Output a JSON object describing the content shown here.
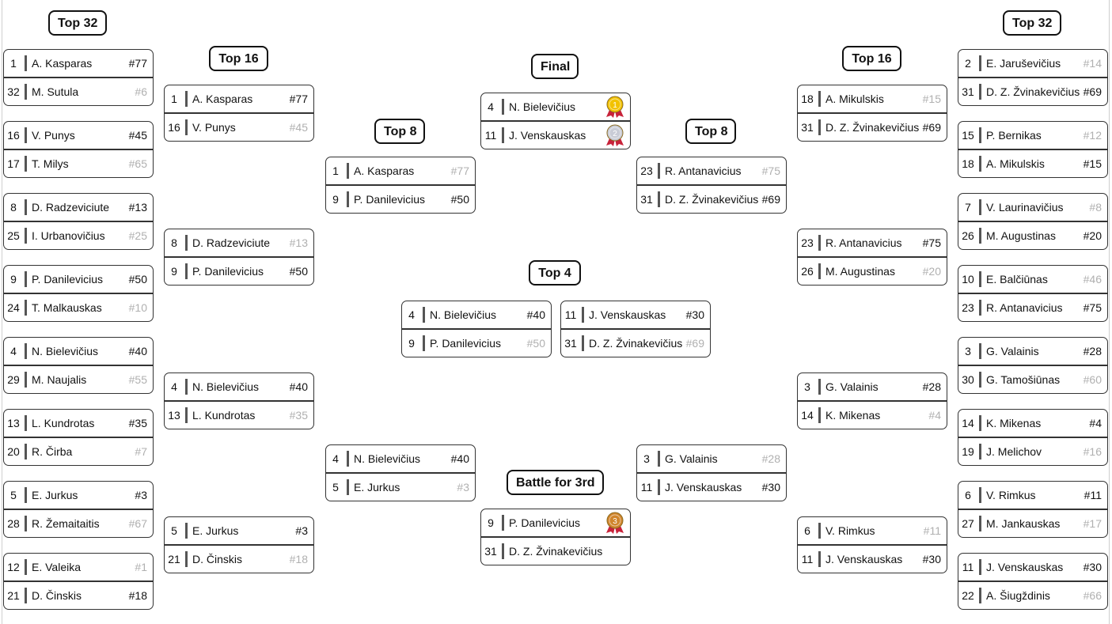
{
  "rounds": {
    "l32": "Top 32",
    "l16": "Top 16",
    "l8": "Top 8",
    "final": "Final",
    "l4": "Top 4",
    "r8": "Top 8",
    "r16": "Top 16",
    "r32": "Top 32",
    "third": "Battle for 3rd"
  },
  "colors": {
    "border": "#333333",
    "dim_rank": "#b0b0b0",
    "gold": "#f2c200",
    "silver": "#c9ccd6",
    "bronze": "#d0852c",
    "ribbon": "#c8233a"
  },
  "matches": {
    "l32_1": [
      {
        "seed": "1",
        "name": "A. Kasparas",
        "rank": "#77",
        "dim": false
      },
      {
        "seed": "32",
        "name": "M. Sutula",
        "rank": "#6",
        "dim": true
      }
    ],
    "l32_2": [
      {
        "seed": "16",
        "name": "V. Punys",
        "rank": "#45",
        "dim": false
      },
      {
        "seed": "17",
        "name": "T. Milys",
        "rank": "#65",
        "dim": true
      }
    ],
    "l32_3": [
      {
        "seed": "8",
        "name": "D. Radzeviciute",
        "rank": "#13",
        "dim": false
      },
      {
        "seed": "25",
        "name": "I. Urbanovičius",
        "rank": "#25",
        "dim": true
      }
    ],
    "l32_4": [
      {
        "seed": "9",
        "name": "P. Danilevicius",
        "rank": "#50",
        "dim": false
      },
      {
        "seed": "24",
        "name": "T. Malkauskas",
        "rank": "#10",
        "dim": true
      }
    ],
    "l32_5": [
      {
        "seed": "4",
        "name": "N. Bielevičius",
        "rank": "#40",
        "dim": false
      },
      {
        "seed": "29",
        "name": "M. Naujalis",
        "rank": "#55",
        "dim": true
      }
    ],
    "l32_6": [
      {
        "seed": "13",
        "name": "L. Kundrotas",
        "rank": "#35",
        "dim": false
      },
      {
        "seed": "20",
        "name": "R. Čirba",
        "rank": "#7",
        "dim": true
      }
    ],
    "l32_7": [
      {
        "seed": "5",
        "name": "E. Jurkus",
        "rank": "#3",
        "dim": false
      },
      {
        "seed": "28",
        "name": "R. Žemaitaitis",
        "rank": "#67",
        "dim": true
      }
    ],
    "l32_8": [
      {
        "seed": "12",
        "name": "E. Valeika",
        "rank": "#1",
        "dim": true
      },
      {
        "seed": "21",
        "name": "D. Činskis",
        "rank": "#18",
        "dim": false
      }
    ],
    "l16_1": [
      {
        "seed": "1",
        "name": "A. Kasparas",
        "rank": "#77",
        "dim": false
      },
      {
        "seed": "16",
        "name": "V. Punys",
        "rank": "#45",
        "dim": true
      }
    ],
    "l16_2": [
      {
        "seed": "8",
        "name": "D. Radzeviciute",
        "rank": "#13",
        "dim": true
      },
      {
        "seed": "9",
        "name": "P. Danilevicius",
        "rank": "#50",
        "dim": false
      }
    ],
    "l16_3": [
      {
        "seed": "4",
        "name": "N. Bielevičius",
        "rank": "#40",
        "dim": false
      },
      {
        "seed": "13",
        "name": "L. Kundrotas",
        "rank": "#35",
        "dim": true
      }
    ],
    "l16_4": [
      {
        "seed": "5",
        "name": "E. Jurkus",
        "rank": "#3",
        "dim": false
      },
      {
        "seed": "21",
        "name": "D. Činskis",
        "rank": "#18",
        "dim": true
      }
    ],
    "l8_1": [
      {
        "seed": "1",
        "name": "A. Kasparas",
        "rank": "#77",
        "dim": true
      },
      {
        "seed": "9",
        "name": "P. Danilevicius",
        "rank": "#50",
        "dim": false
      }
    ],
    "l8_2": [
      {
        "seed": "4",
        "name": "N. Bielevičius",
        "rank": "#40",
        "dim": false
      },
      {
        "seed": "5",
        "name": "E. Jurkus",
        "rank": "#3",
        "dim": true
      }
    ],
    "final": [
      {
        "seed": "4",
        "name": "N. Bielevičius",
        "medal": "gold"
      },
      {
        "seed": "11",
        "name": "J. Venskauskas",
        "medal": "silver"
      }
    ],
    "l4_1": [
      {
        "seed": "4",
        "name": "N. Bielevičius",
        "rank": "#40",
        "dim": false
      },
      {
        "seed": "9",
        "name": "P. Danilevicius",
        "rank": "#50",
        "dim": true
      }
    ],
    "l4_2": [
      {
        "seed": "11",
        "name": "J. Venskauskas",
        "rank": "#30",
        "dim": false
      },
      {
        "seed": "31",
        "name": "D. Z. Žvinakevičius",
        "rank": "#69",
        "dim": true
      }
    ],
    "third": [
      {
        "seed": "9",
        "name": "P. Danilevicius",
        "medal": "bronze"
      },
      {
        "seed": "31",
        "name": "D. Z. Žvinakevičius"
      }
    ],
    "r8_1": [
      {
        "seed": "23",
        "name": "R. Antanavicius",
        "rank": "#75",
        "dim": true
      },
      {
        "seed": "31",
        "name": "D. Z. Žvinakevičius",
        "rank": "#69",
        "dim": false
      }
    ],
    "r8_2": [
      {
        "seed": "3",
        "name": "G. Valainis",
        "rank": "#28",
        "dim": true
      },
      {
        "seed": "11",
        "name": "J. Venskauskas",
        "rank": "#30",
        "dim": false
      }
    ],
    "r16_1": [
      {
        "seed": "18",
        "name": "A. Mikulskis",
        "rank": "#15",
        "dim": true
      },
      {
        "seed": "31",
        "name": "D. Z. Žvinakevičius",
        "rank": "#69",
        "dim": false
      }
    ],
    "r16_2": [
      {
        "seed": "23",
        "name": "R. Antanavicius",
        "rank": "#75",
        "dim": false
      },
      {
        "seed": "26",
        "name": "M. Augustinas",
        "rank": "#20",
        "dim": true
      }
    ],
    "r16_3": [
      {
        "seed": "3",
        "name": "G. Valainis",
        "rank": "#28",
        "dim": false
      },
      {
        "seed": "14",
        "name": "K. Mikenas",
        "rank": "#4",
        "dim": true
      }
    ],
    "r16_4": [
      {
        "seed": "6",
        "name": "V. Rimkus",
        "rank": "#11",
        "dim": true
      },
      {
        "seed": "11",
        "name": "J. Venskauskas",
        "rank": "#30",
        "dim": false
      }
    ],
    "r32_1": [
      {
        "seed": "2",
        "name": "E. Jaruševičius",
        "rank": "#14",
        "dim": true
      },
      {
        "seed": "31",
        "name": "D. Z. Žvinakevičius",
        "rank": "#69",
        "dim": false
      }
    ],
    "r32_2": [
      {
        "seed": "15",
        "name": "P. Bernikas",
        "rank": "#12",
        "dim": true
      },
      {
        "seed": "18",
        "name": "A. Mikulskis",
        "rank": "#15",
        "dim": false
      }
    ],
    "r32_3": [
      {
        "seed": "7",
        "name": "V. Laurinavičius",
        "rank": "#8",
        "dim": true
      },
      {
        "seed": "26",
        "name": "M. Augustinas",
        "rank": "#20",
        "dim": false
      }
    ],
    "r32_4": [
      {
        "seed": "10",
        "name": "E. Balčiūnas",
        "rank": "#46",
        "dim": true
      },
      {
        "seed": "23",
        "name": "R. Antanavicius",
        "rank": "#75",
        "dim": false
      }
    ],
    "r32_5": [
      {
        "seed": "3",
        "name": "G. Valainis",
        "rank": "#28",
        "dim": false
      },
      {
        "seed": "30",
        "name": "G. Tamošiūnas",
        "rank": "#60",
        "dim": true
      }
    ],
    "r32_6": [
      {
        "seed": "14",
        "name": "K. Mikenas",
        "rank": "#4",
        "dim": false
      },
      {
        "seed": "19",
        "name": "J. Melichov",
        "rank": "#16",
        "dim": true
      }
    ],
    "r32_7": [
      {
        "seed": "6",
        "name": "V. Rimkus",
        "rank": "#11",
        "dim": false
      },
      {
        "seed": "27",
        "name": "M. Jankauskas",
        "rank": "#17",
        "dim": true
      }
    ],
    "r32_8": [
      {
        "seed": "11",
        "name": "J. Venskauskas",
        "rank": "#30",
        "dim": false
      },
      {
        "seed": "22",
        "name": "A. Šiugždinis",
        "rank": "#66",
        "dim": true
      }
    ]
  }
}
